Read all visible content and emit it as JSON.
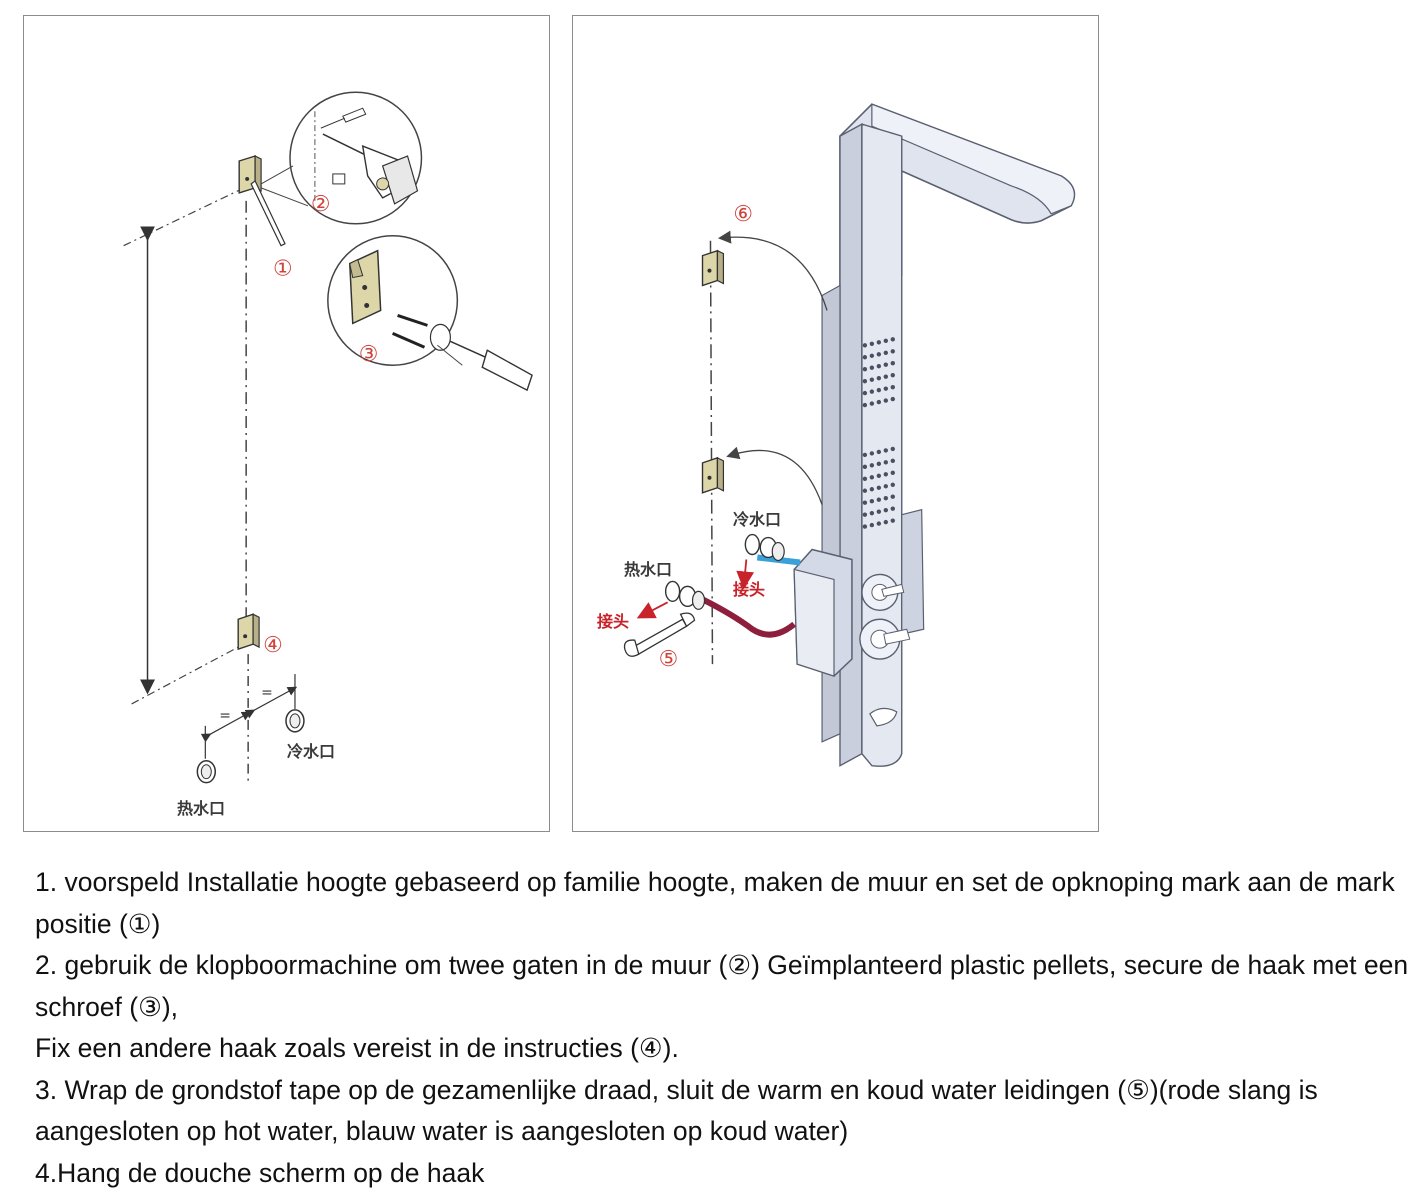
{
  "diagram": {
    "left_panel": {
      "step_markers": [
        "①",
        "②",
        "③",
        "④"
      ],
      "cold_water_label": "冷水口",
      "hot_water_label": "热水口",
      "equal_mark": "="
    },
    "right_panel": {
      "step_markers": [
        "⑤",
        "⑥"
      ],
      "cold_water_label": "冷水口",
      "hot_water_label": "热水口",
      "connector_label": "接头"
    },
    "colors": {
      "line": "#444444",
      "bracket_fill": "#dcd6a8",
      "panel_fill": "#dfe4ef",
      "panel_stroke": "#5a6070",
      "hot_hose": "#8e1f3c",
      "cold_pipe": "#3aa0d8",
      "label_red": "#c8222a",
      "marker_color": "#d0443c"
    }
  },
  "instructions": [
    "1. voorspeld Installatie hoogte gebaseerd op familie hoogte, maken de muur en set de opknoping mark aan de mark positie (①)",
    "2. gebruik de klopboormachine om twee gaten in de muur (②) Geïmplanteerd plastic pellets, secure de haak met een schroef (③),",
    "Fix een andere haak zoals vereist in de instructies (④).",
    "3. Wrap de grondstof tape op de gezamenlijke draad, sluit de warm en koud water leidingen (⑤)(rode slang is aangesloten op hot water, blauw water is aangesloten op koud water)",
    "4.Hang de douche scherm op de haak"
  ]
}
